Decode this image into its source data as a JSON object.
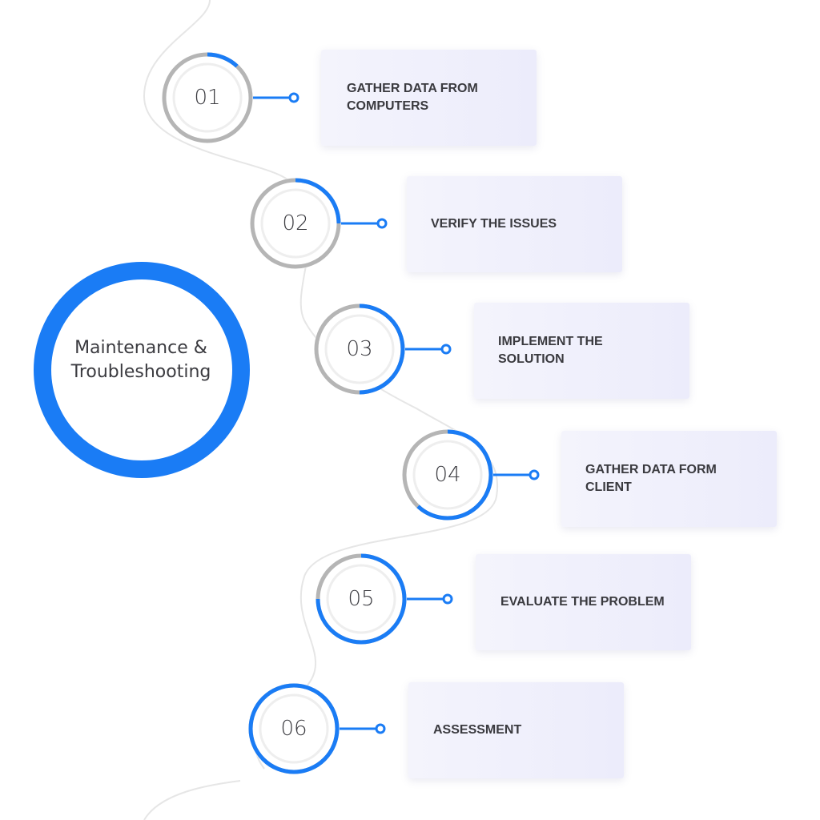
{
  "center": {
    "line1": "Maintenance &",
    "line2": "Troubleshooting",
    "color": "#1a7cf5"
  },
  "colors": {
    "accent": "#1a7cf5",
    "ring_gray": "#b5b5b5",
    "path": "#e6e6e6",
    "text": "#3a3a3f"
  },
  "steps": [
    {
      "number": "01",
      "label": "GATHER DATA FROM COMPUTERS",
      "progress": 0.12
    },
    {
      "number": "02",
      "label": "VERIFY THE ISSUES",
      "progress": 0.25
    },
    {
      "number": "03",
      "label": "IMPLEMENT THE SOLUTION",
      "progress": 0.5
    },
    {
      "number": "04",
      "label": "GATHER DATA FORM CLIENT",
      "progress": 0.62
    },
    {
      "number": "05",
      "label": "EVALUATE THE PROBLEM",
      "progress": 0.75
    },
    {
      "number": "06",
      "label": "ASSESSMENT",
      "progress": 1.0
    }
  ]
}
